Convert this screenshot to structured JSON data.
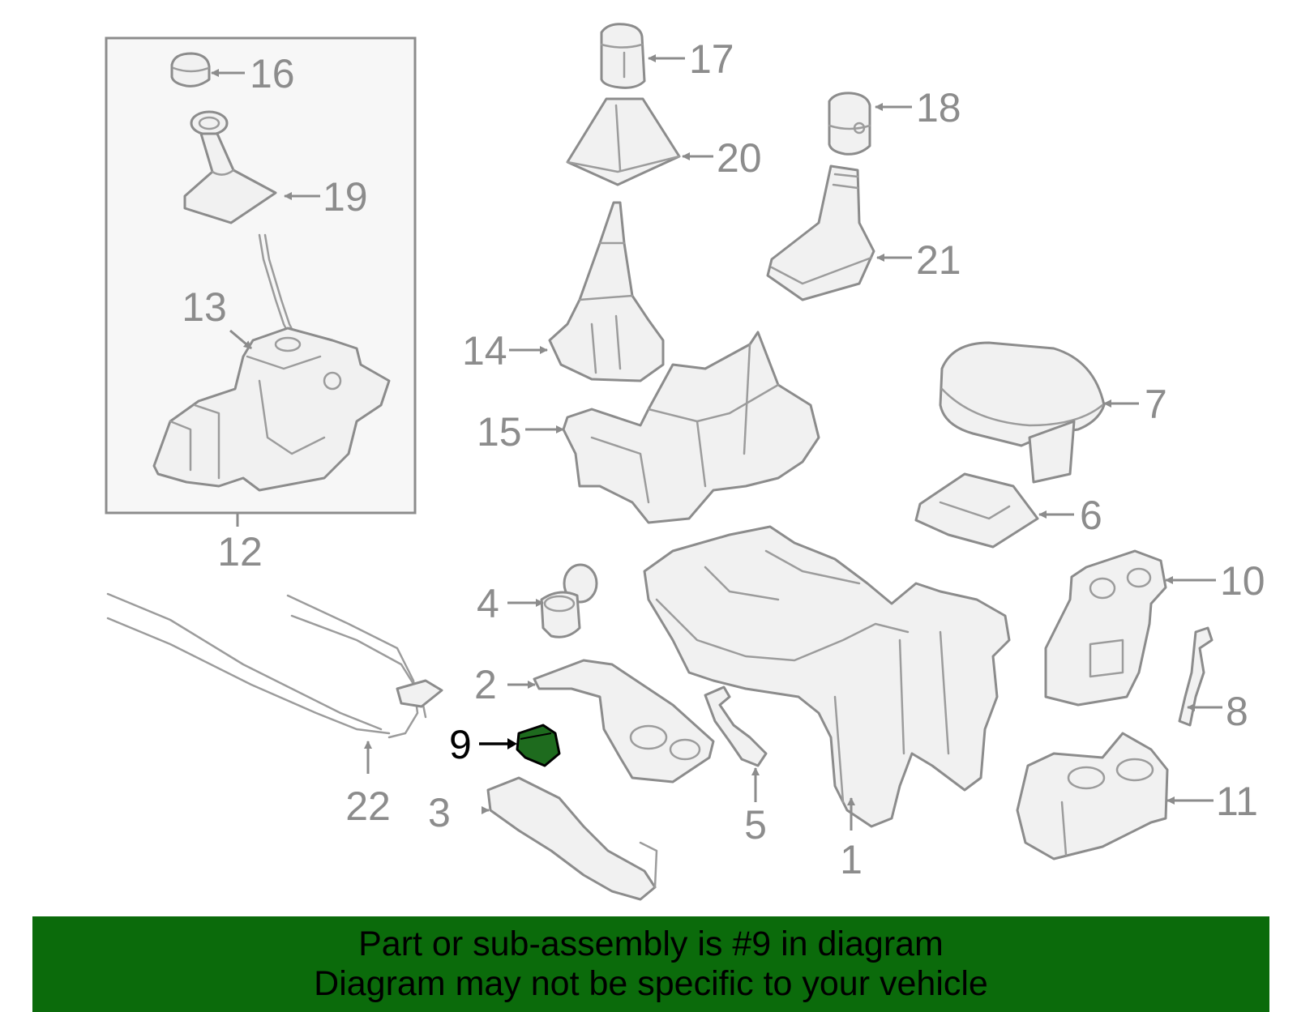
{
  "diagram": {
    "callouts": [
      {
        "num": "1"
      },
      {
        "num": "2"
      },
      {
        "num": "3"
      },
      {
        "num": "4"
      },
      {
        "num": "5"
      },
      {
        "num": "6"
      },
      {
        "num": "7"
      },
      {
        "num": "8"
      },
      {
        "num": "9"
      },
      {
        "num": "10"
      },
      {
        "num": "11"
      },
      {
        "num": "12"
      },
      {
        "num": "13"
      },
      {
        "num": "14"
      },
      {
        "num": "15"
      },
      {
        "num": "16"
      },
      {
        "num": "17"
      },
      {
        "num": "18"
      },
      {
        "num": "19"
      },
      {
        "num": "20"
      },
      {
        "num": "21"
      },
      {
        "num": "22"
      }
    ],
    "highlighted_part": "9"
  },
  "footer": {
    "line1": "Part or sub-assembly is #9 in diagram",
    "line2": "Diagram may not be specific to your vehicle"
  },
  "colors": {
    "banner": "#0b6b0b",
    "highlight": "#1e6b1e",
    "line_art": "#8c8c8c"
  }
}
